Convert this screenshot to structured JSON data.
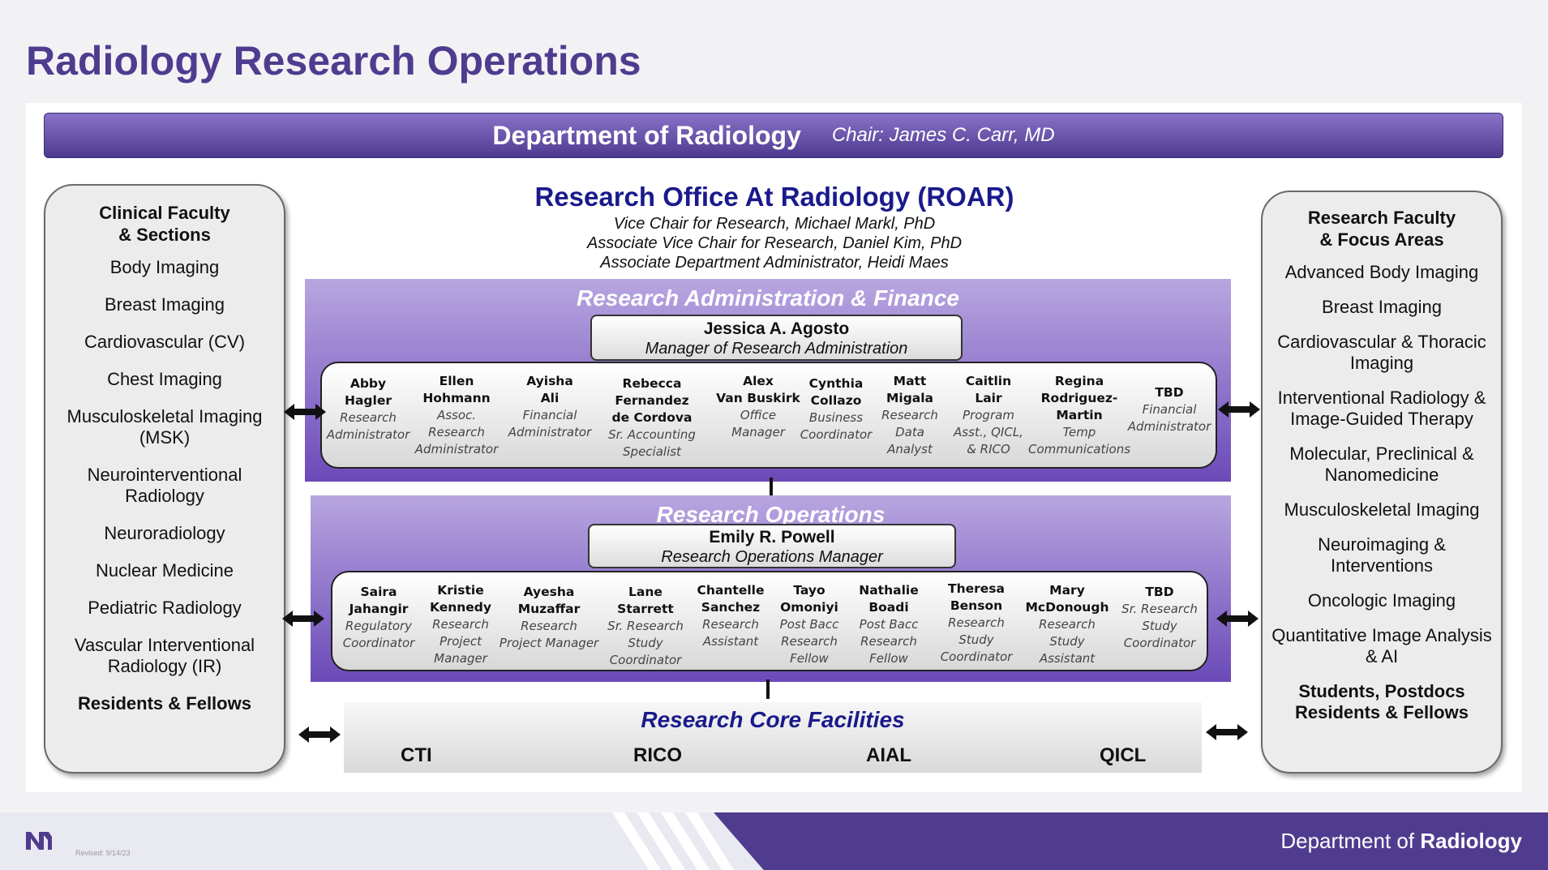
{
  "title": "Radiology Research Operations",
  "department": {
    "name": "Department of Radiology",
    "chair": "Chair: James C. Carr, MD"
  },
  "clinical": {
    "heading": "Clinical Faculty\n& Sections",
    "items": [
      "Body Imaging",
      "Breast Imaging",
      "Cardiovascular (CV)",
      "Chest Imaging",
      "Musculoskeletal Imaging (MSK)",
      "Neurointerventional Radiology",
      "Neuroradiology",
      "Nuclear Medicine",
      "Pediatric Radiology",
      "Vascular Interventional Radiology (IR)"
    ],
    "bold_item": "Residents & Fellows"
  },
  "research_faculty": {
    "heading": "Research Faculty\n& Focus Areas",
    "items": [
      "Advanced Body Imaging",
      "Breast Imaging",
      "Cardiovascular & Thoracic Imaging",
      "Interventional Radiology & Image-Guided Therapy",
      "Molecular, Preclinical & Nanomedicine",
      "Musculoskeletal Imaging",
      "Neuroimaging & Interventions",
      "Oncologic Imaging",
      "Quantitative Image Analysis & AI"
    ],
    "bold_item": "Students, Postdocs Residents & Fellows"
  },
  "roar": {
    "name": "Research Office At Radiology (ROAR)",
    "lines": [
      "Vice Chair for Research, Michael Markl, PhD",
      "Associate Vice Chair for Research, Daniel Kim, PhD",
      "Associate Department Administrator, Heidi Maes"
    ]
  },
  "admin": {
    "title": "Research Administration & Finance",
    "manager_name": "Jessica A. Agosto",
    "manager_title": "Manager of Research Administration",
    "staff": [
      {
        "name": "Abby\nHagler",
        "title": "Research\nAdministrator"
      },
      {
        "name": "Ellen\nHohmann",
        "title": "Assoc.\nResearch\nAdministrator"
      },
      {
        "name": "Ayisha\nAli",
        "title": "Financial\nAdministrator"
      },
      {
        "name": "Rebecca Fernandez\nde Cordova",
        "title": "Sr. Accounting\nSpecialist"
      },
      {
        "name": "Alex\nVan Buskirk",
        "title": "Office\nManager"
      },
      {
        "name": "Cynthia\nCollazo",
        "title": "Business\nCoordinator"
      },
      {
        "name": "Matt\nMigala",
        "title": "Research\nData\nAnalyst"
      },
      {
        "name": "Caitlin\nLair",
        "title": "Program\nAsst., QICL,\n& RICO"
      },
      {
        "name": "Regina\nRodriguez-\nMartin",
        "title": "Temp\nCommunications"
      },
      {
        "name": "TBD",
        "title": "Financial\nAdministrator"
      }
    ]
  },
  "ops": {
    "title": "Research Operations",
    "manager_name": "Emily R. Powell",
    "manager_title": "Research Operations Manager",
    "staff": [
      {
        "name": "Saira\nJahangir",
        "title": "Regulatory\nCoordinator"
      },
      {
        "name": "Kristie\nKennedy",
        "title": "Research\nProject\nManager"
      },
      {
        "name": "Ayesha\nMuzaffar",
        "title": "Research\nProject Manager"
      },
      {
        "name": "Lane\nStarrett",
        "title": "Sr. Research\nStudy\nCoordinator"
      },
      {
        "name": "Chantelle\nSanchez",
        "title": "Research\nAssistant"
      },
      {
        "name": "Tayo\nOmoniyi",
        "title": "Post Bacc\nResearch\nFellow"
      },
      {
        "name": "Nathalie\nBoadi",
        "title": "Post Bacc\nResearch\nFellow"
      },
      {
        "name": "Theresa\nBenson",
        "title": "Research\nStudy\nCoordinator"
      },
      {
        "name": "Mary\nMcDonough",
        "title": "Research\nStudy\nAssistant"
      },
      {
        "name": "TBD",
        "title": "Sr. Research\nStudy\nCoordinator"
      }
    ]
  },
  "core": {
    "title": "Research Core Facilities",
    "facilities": [
      "CTI",
      "RICO",
      "AIAL",
      "QICL"
    ]
  },
  "footer": {
    "dept_prefix": "Department of",
    "dept_bold": "Radiology",
    "revised": "Revised: 9/14/23"
  },
  "colors": {
    "brand_purple": "#4f3c8f",
    "roar_blue": "#1a1a8c"
  }
}
